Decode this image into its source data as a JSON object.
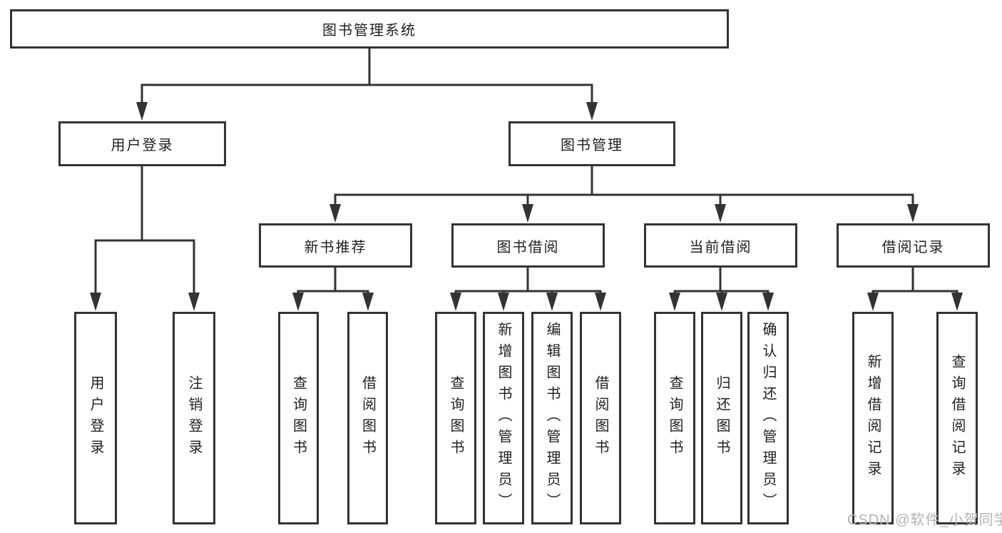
{
  "diagram": {
    "colors": {
      "line": "#333333",
      "text": "#1f1f1f",
      "box_fill": "#ffffff",
      "watermark": "#b3b3b3"
    },
    "root": {
      "id": "library-system",
      "label": "图书管理系统"
    },
    "level1": [
      {
        "id": "user-login",
        "label": "用户登录",
        "parent": "library-system"
      },
      {
        "id": "book-management",
        "label": "图书管理",
        "parent": "library-system"
      }
    ],
    "level2": [
      {
        "id": "new-book-recommend",
        "label": "新书推荐",
        "parent": "book-management"
      },
      {
        "id": "book-borrow",
        "label": "图书借阅",
        "parent": "book-management"
      },
      {
        "id": "current-borrow",
        "label": "当前借阅",
        "parent": "book-management"
      },
      {
        "id": "borrow-record",
        "label": "借阅记录",
        "parent": "book-management"
      }
    ],
    "leaves": [
      {
        "id": "user-login-leaf",
        "label": "用户登录",
        "parent": "user-login"
      },
      {
        "id": "logout-leaf",
        "label": "注销登录",
        "parent": "user-login"
      },
      {
        "id": "query-books-recommend",
        "label": "查询图书",
        "parent": "new-book-recommend"
      },
      {
        "id": "borrow-books-recommend",
        "label": "借阅图书",
        "parent": "new-book-recommend"
      },
      {
        "id": "query-books-borrow",
        "label": "查询图书",
        "parent": "book-borrow"
      },
      {
        "id": "add-books-admin",
        "label": "新增图书（管理员）",
        "parent": "book-borrow"
      },
      {
        "id": "edit-books-admin",
        "label": "编辑图书（管理员）",
        "parent": "book-borrow"
      },
      {
        "id": "borrow-books",
        "label": "借阅图书",
        "parent": "book-borrow"
      },
      {
        "id": "query-books-current",
        "label": "查询图书",
        "parent": "current-borrow"
      },
      {
        "id": "return-books",
        "label": "归还图书",
        "parent": "current-borrow"
      },
      {
        "id": "confirm-return-admin",
        "label": "确认归还（管理员）",
        "parent": "current-borrow"
      },
      {
        "id": "add-borrow-record",
        "label": "新增借阅记录",
        "parent": "borrow-record"
      },
      {
        "id": "query-borrow-record",
        "label": "查询借阅记录",
        "parent": "borrow-record"
      }
    ],
    "watermark": "CSDN @软件_小贺同学"
  }
}
